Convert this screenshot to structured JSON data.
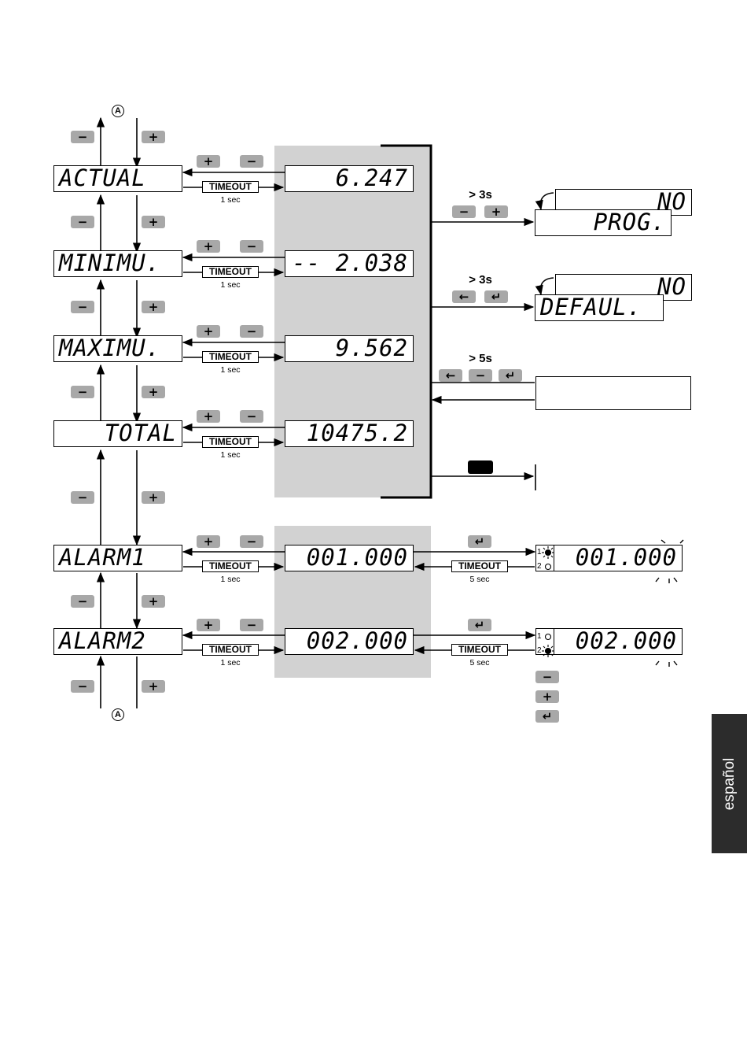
{
  "rows": [
    {
      "label": "ACTUAL",
      "value": "6.247",
      "timeout": "TIMEOUT",
      "time": "1 sec"
    },
    {
      "label": "MINIMU.",
      "value": "-- 2.038",
      "timeout": "TIMEOUT",
      "time": "1 sec"
    },
    {
      "label": "MAXIMU.",
      "value": "9.562",
      "timeout": "TIMEOUT",
      "time": "1 sec"
    },
    {
      "label": "TOTAL",
      "value": "10475.2",
      "timeout": "TIMEOUT",
      "time": "1 sec"
    },
    {
      "label": "ALARM1",
      "value": "001.000",
      "timeout": "TIMEOUT",
      "time": "1 sec"
    },
    {
      "label": "ALARM2",
      "value": "002.000",
      "timeout": "TIMEOUT",
      "time": "1 sec"
    }
  ],
  "connector": "A",
  "buttons": {
    "minus": "−",
    "plus": "+",
    "enter": "↵",
    "left": "←"
  },
  "actions": {
    "prog": {
      "hold": "> 3s",
      "back": "NO",
      "front": "PROG."
    },
    "defaul": {
      "hold": "> 3s",
      "back": "NO",
      "front": "DEFAUL."
    },
    "reset": {
      "hold": "> 5s"
    }
  },
  "alarm_edit": [
    {
      "value": "001.000",
      "timeout": "TIMEOUT",
      "time": "5 sec",
      "led1": "1",
      "led2": "2"
    },
    {
      "value": "002.000",
      "timeout": "TIMEOUT",
      "time": "5 sec",
      "led1": "1",
      "led2": "2"
    }
  ],
  "side_tab": "español",
  "colors": {
    "panel": "#d2d2d2",
    "button": "#a8a8a8",
    "tab": "#2c2c2c"
  }
}
